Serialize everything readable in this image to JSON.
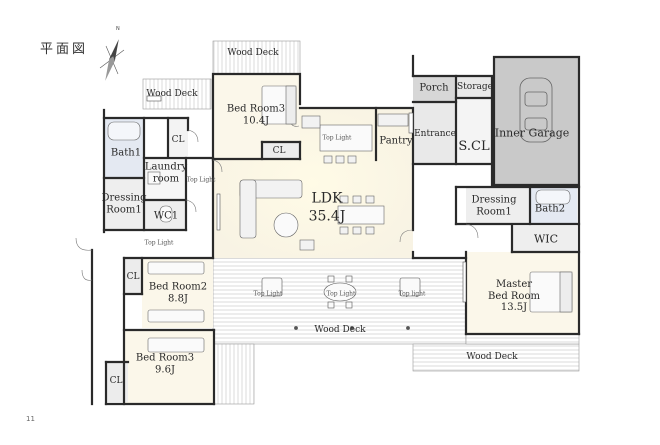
{
  "title": "平面図",
  "page_number": "11",
  "rooms": {
    "bedroom3_top": "Bed Room3\n10.4J",
    "bath1": "Bath1",
    "cl_a": "CL",
    "laundry": "Laundry\nroom",
    "cl_b": "CL",
    "dressing1_left": "Dressing\nRoom1",
    "wc1": "WC1",
    "ldk": "LDK\n35.4J",
    "pantry": "Pantry",
    "porch": "Porch",
    "storage": "Storage",
    "entrance": "Entrance",
    "scl": "S.CL",
    "inner_garage": "Inner Garage",
    "dressing1_right": "Dressing\nRoom1",
    "bath2": "Bath2",
    "wic": "WIC",
    "bedroom2": "Bed Room2\n8.8J",
    "cl_c": "CL",
    "master": "Master\nBed Room\n13.5J",
    "bedroom3_bottom": "Bed Room3\n9.6J",
    "cl_d": "CL"
  },
  "decks": {
    "top": "Wood Deck",
    "upper_left": "Wood Deck",
    "center": "Wood Deck",
    "bottom_right": "Wood Deck"
  },
  "lights": {
    "kitchen": "Top Light",
    "laundry": "Top Light",
    "hall": "Top Light",
    "deck_left": "Top Light",
    "deck_center": "Top Light",
    "deck_right": "Top light"
  }
}
